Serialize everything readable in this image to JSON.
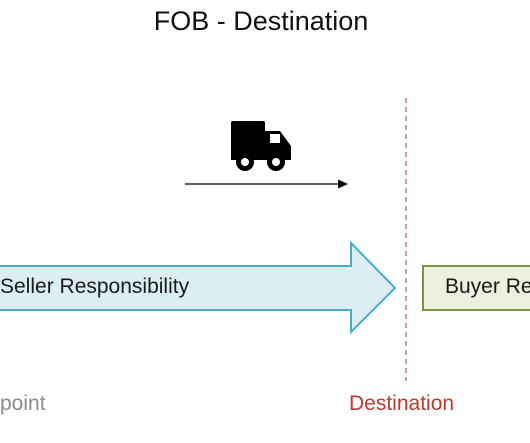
{
  "title": "FOB - Destination",
  "seller_arrow": {
    "label": "Seller Responsibility",
    "fill": "#dbeef4",
    "stroke": "#4bacc6"
  },
  "buyer_box": {
    "label": "Buyer Re",
    "fill": "#ebf1de",
    "stroke": "#77933c"
  },
  "origin_label": "point",
  "destination_label": "Destination",
  "destination_color": "#c0392b",
  "icons": {
    "transport": "truck-icon"
  }
}
